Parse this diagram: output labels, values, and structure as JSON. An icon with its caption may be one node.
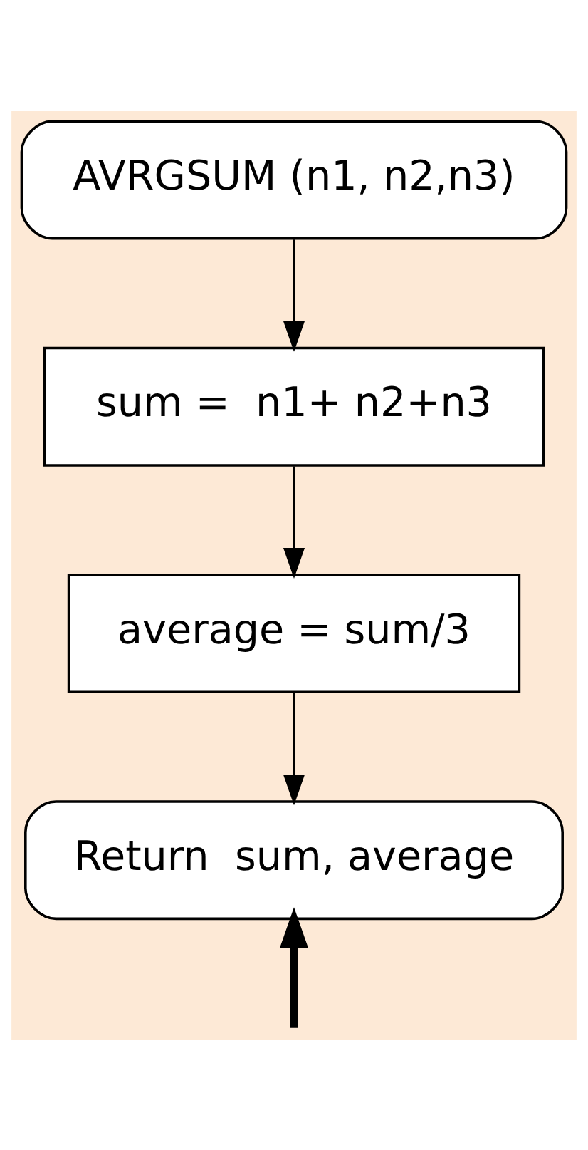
{
  "diagram": {
    "nodes": [
      {
        "text": [
          "AVRGSUM (n1, n2,n3)"
        ]
      },
      {
        "text": [
          "sum =  n1+ n2+n3"
        ]
      },
      {
        "text": [
          "average = sum/3"
        ]
      },
      {
        "text": [
          "Return  sum, average"
        ]
      }
    ],
    "edges": [
      {
        "from": 0,
        "to": 1,
        "arrow": "to"
      },
      {
        "from": 1,
        "to": 2,
        "arrow": "to"
      },
      {
        "from": 2,
        "to": 3,
        "arrow": "to"
      },
      {
        "from": null,
        "to": 3,
        "arrow": "to",
        "style": "thick"
      }
    ]
  }
}
